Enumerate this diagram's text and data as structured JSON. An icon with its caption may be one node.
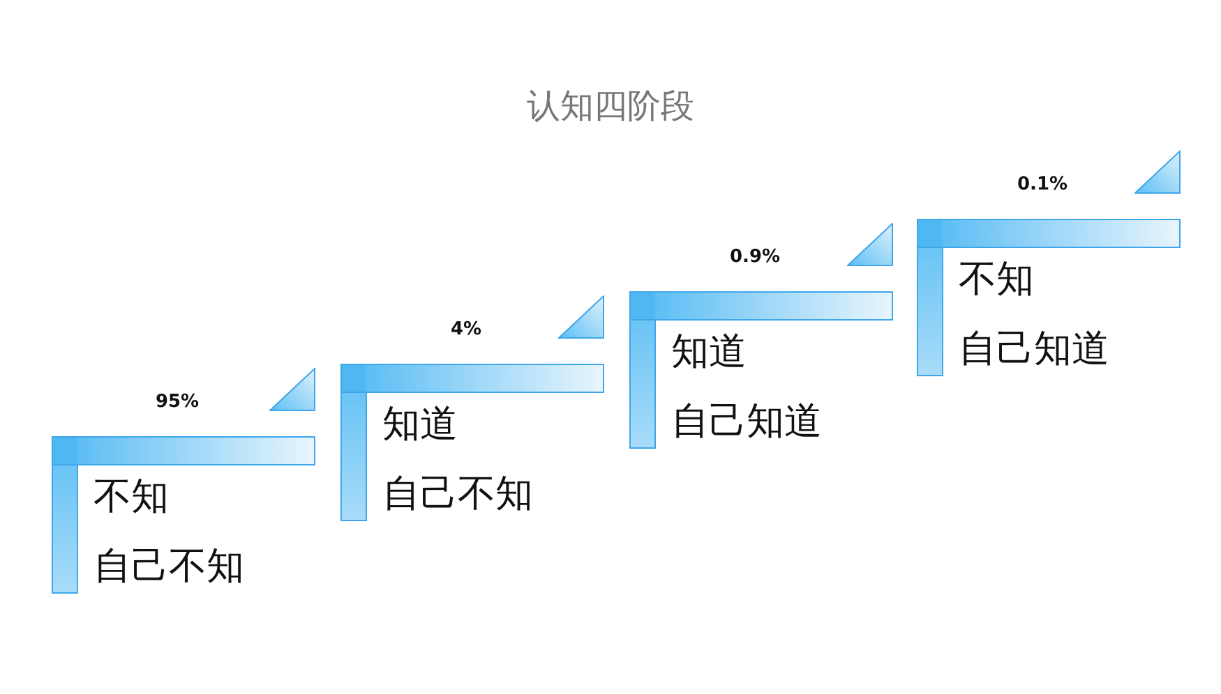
{
  "diagram": {
    "title": "认知四阶段",
    "nodes": [
      {
        "text": [
          "不知",
          "自己不知"
        ],
        "beside": [
          "95%"
        ]
      },
      {
        "text": [
          "知道",
          "自己不知"
        ],
        "beside": [
          "4%"
        ]
      },
      {
        "text": [
          "知道",
          "自己知道"
        ],
        "beside": [
          "0.9%"
        ]
      },
      {
        "text": [
          "不知",
          "自己知道"
        ],
        "beside": [
          "0.1%"
        ]
      }
    ]
  }
}
